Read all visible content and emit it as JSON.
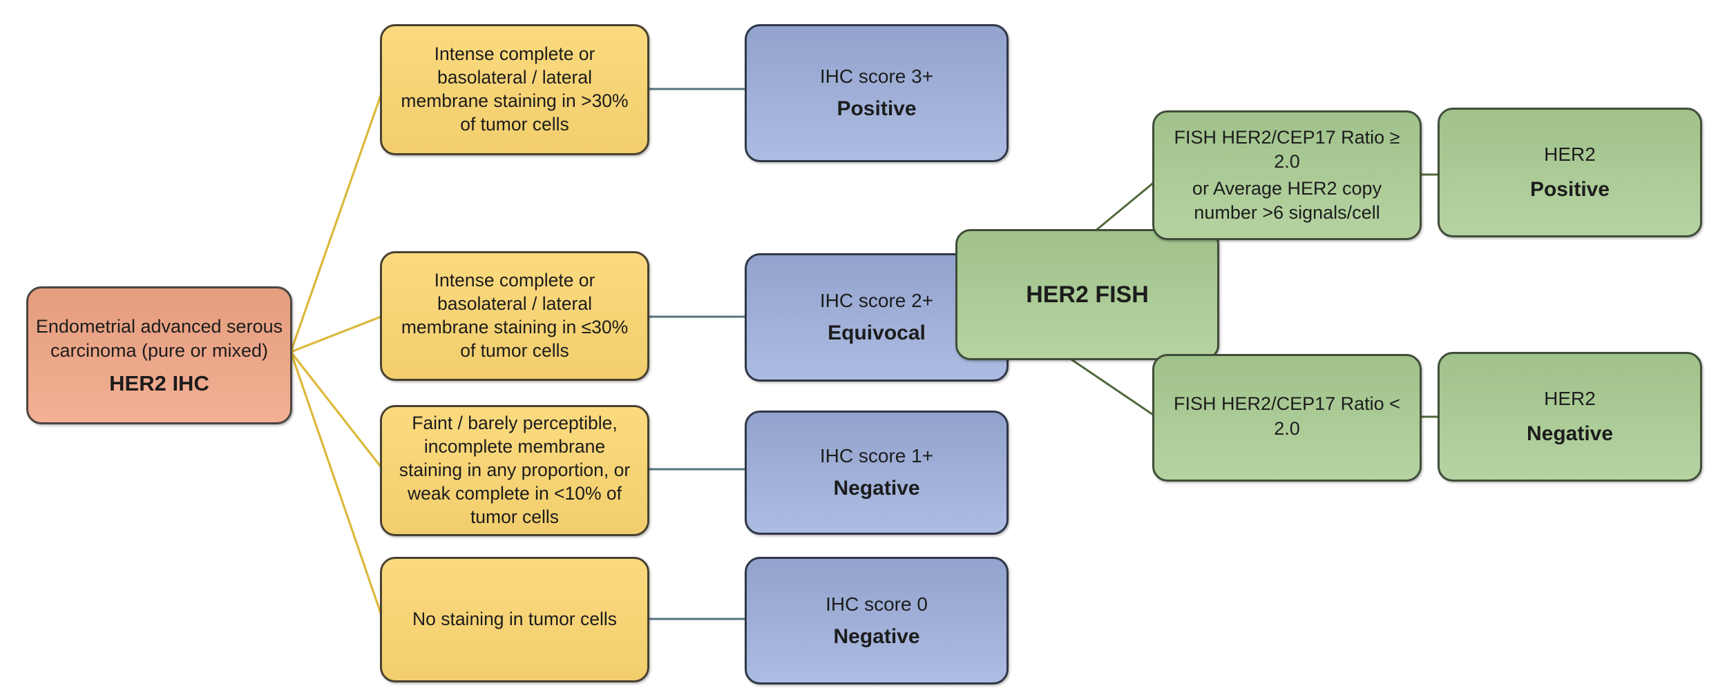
{
  "root": {
    "line1": "Endometrial advanced serous carcinoma (pure or mixed)",
    "line2": "HER2 IHC"
  },
  "ihc_rows": [
    {
      "criteria": "Intense complete or basolateral / lateral membrane staining in >30% of tumor cells",
      "score": "IHC score 3+",
      "interpretation": "Positive"
    },
    {
      "criteria": "Intense complete or basolateral / lateral membrane staining in ≤30% of tumor cells",
      "score": "IHC score 2+",
      "interpretation": "Equivocal"
    },
    {
      "criteria": "Faint / barely perceptible, incomplete membrane staining in any proportion, or weak complete in <10% of tumor cells",
      "score": "IHC score 1+",
      "interpretation": "Negative"
    },
    {
      "criteria": "No staining in tumor cells",
      "score": "IHC score 0",
      "interpretation": "Negative"
    }
  ],
  "fish": {
    "hub_label": "HER2 FISH",
    "branches": [
      {
        "criteria_line1": "FISH HER2/CEP17 Ratio ≥ 2.0",
        "criteria_line2": "or  Average HER2 copy number >6 signals/cell",
        "result_line1": "HER2",
        "result_line2": "Positive"
      },
      {
        "criteria_line1": "FISH HER2/CEP17 Ratio < 2.0",
        "criteria_line2": "",
        "result_line1": "HER2",
        "result_line2": "Negative"
      }
    ]
  },
  "colors": {
    "root_fill": "#f1a585",
    "criteria_fill": "#fbd671",
    "score_fill": "#9dafdc",
    "fish_fill": "#a9cc92",
    "root_connector": "#dcb93a",
    "score_connector": "#54727f",
    "fish_connector": "#50683a"
  }
}
